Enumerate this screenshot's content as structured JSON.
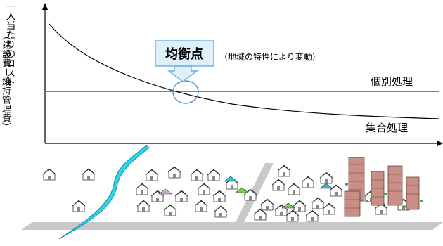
{
  "y_axis": {
    "label": "一人当たりのコスト",
    "sublabel": "（建設費＋維持管理費）"
  },
  "annotation": {
    "label": "均衡点",
    "note": "（地域の特性により変動）"
  },
  "curves": {
    "individual": "個別処理",
    "collective": "集合処理"
  },
  "colors": {
    "callout_fill": "#dff0fb",
    "callout_stroke": "#6aaee0",
    "river": "#2ad8e8",
    "road": "#c8c8c8",
    "house_roof": "#f2e7a6",
    "building": "#c98f86"
  }
}
